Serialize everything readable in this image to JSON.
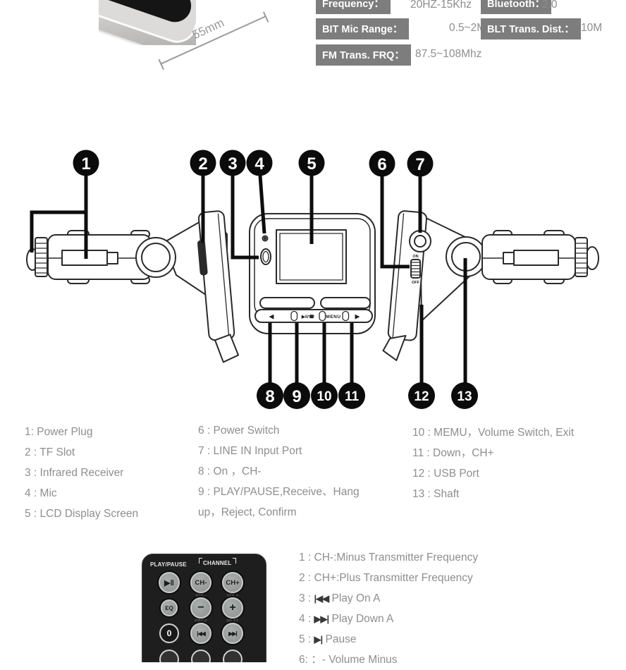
{
  "specs": {
    "items": [
      {
        "label": "Frequency：",
        "value": "20HZ-15Khz"
      },
      {
        "label": "Bluetooth：",
        "value": "2.0"
      },
      {
        "label": "BIT Mic Range：",
        "value": "0.5~2M"
      },
      {
        "label": "BLT Trans. Dist.：",
        "value": "10M"
      },
      {
        "label": "FM Trans. FRQ：",
        "value": "87.5~108Mhz"
      }
    ],
    "dimension": "55mm"
  },
  "diagram": {
    "callouts": [
      "1",
      "2",
      "3",
      "4",
      "5",
      "6",
      "7",
      "8",
      "9",
      "10",
      "11",
      "12",
      "13"
    ],
    "band": {
      "left": "◀",
      "play": "▶‖/☎",
      "menu": "MENU",
      "right": "▶"
    },
    "switch": {
      "on": "ON",
      "off": "OFF"
    }
  },
  "device_legend": {
    "col1": [
      "1: Power Plug",
      "2 : TF Slot",
      "3 : Infrared Receiver",
      "4 : Mic",
      "5 : LCD Display Screen"
    ],
    "col2": [
      "6 : Power Switch",
      "7 : LINE IN Input Port",
      "8 : On ，CH-",
      "9 : PLAY/PAUSE,Receive、Hang up，Reject, Confirm"
    ],
    "col3": [
      "10 : MEMU，Volume Switch, Exit",
      "11 : Down，CH+",
      "12 : USB Port",
      "13 : Shaft"
    ]
  },
  "remote": {
    "header_left": "PLAY/PAUSE",
    "header_right": "CHANNEL",
    "buttons": {
      "play_pause": "▶‖",
      "ch_minus": "CH-",
      "ch_plus": "CH+",
      "eq": "EQ",
      "vol_minus": "−",
      "vol_plus": "+",
      "zero": "0",
      "prev": "|◀◀",
      "next": "▶▶|"
    },
    "small_labels": {
      "vol_minus": "VOL-",
      "vol_plus": "VOL+",
      "prev": "PREV",
      "next": "NEXT"
    }
  },
  "remote_legend": {
    "items": [
      {
        "prefix": "1 : ",
        "icon": "",
        "text": "CH-:Minus Transmitter Frequency"
      },
      {
        "prefix": "2 : ",
        "icon": "",
        "text": "CH+:Plus Transmitter Frequency"
      },
      {
        "prefix": "3 : ",
        "icon": "|◀◀",
        "text": " Play On A"
      },
      {
        "prefix": "4 : ",
        "icon": "▶▶|",
        "text": " Play Down A"
      },
      {
        "prefix": "5 : ",
        "icon": "▶|",
        "text": " Pause"
      },
      {
        "prefix": "6: ",
        "icon": "",
        "text": "：- Volume Minus"
      }
    ]
  }
}
